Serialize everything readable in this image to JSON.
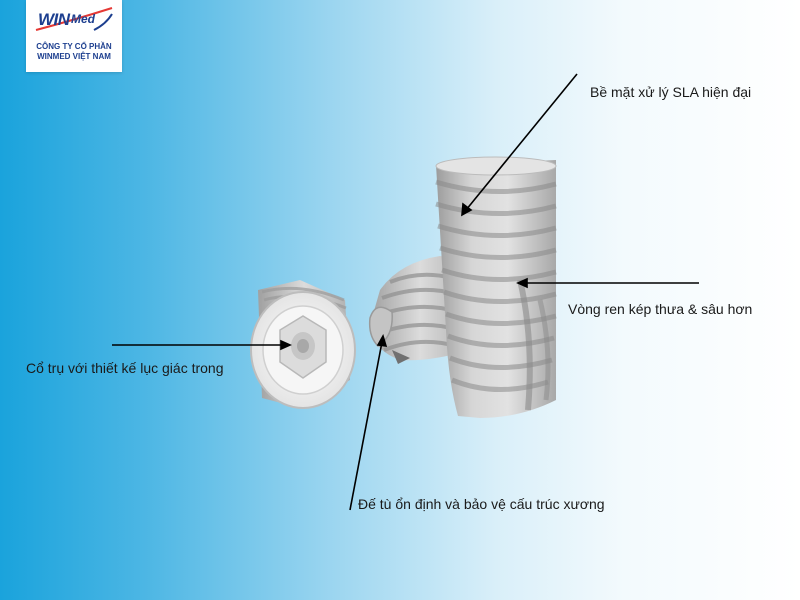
{
  "logo": {
    "brand_win": "WIN",
    "brand_med": "Med",
    "line1": "CÔNG TY CỔ PHẦN",
    "line2": "WINMED VIỆT NAM"
  },
  "callouts": {
    "surface": "Bề mặt xử lý SLA hiện đại",
    "thread": "Vòng ren kép thưa & sâu hơn",
    "hex": "Cổ trụ với thiết kế lục giác trong",
    "base": "Đế tù ổn định và bảo vệ cấu trúc xương"
  },
  "colors": {
    "brand_blue": "#1d3f8f",
    "implant_gray": "#c9c9c9",
    "arrow": "#000000"
  }
}
